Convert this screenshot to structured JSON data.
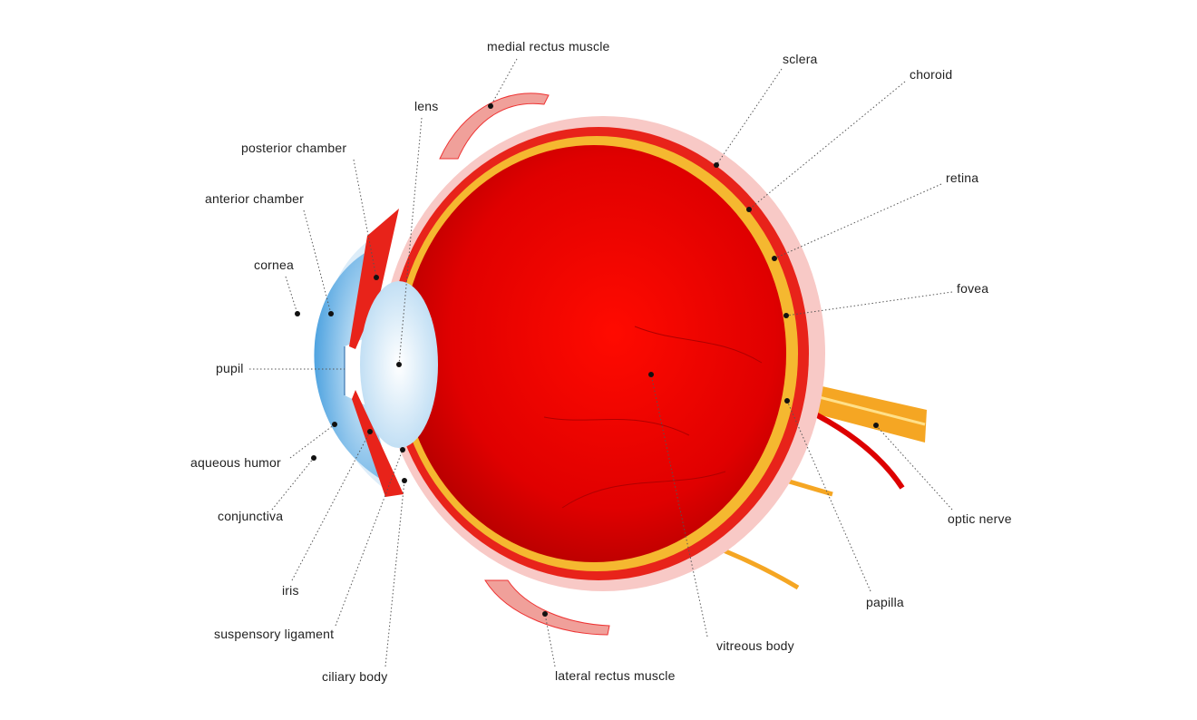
{
  "labels": {
    "medial_rectus_muscle": "medial rectus muscle",
    "lens": "lens",
    "posterior_chamber": "posterior chamber",
    "anterior_chamber": "anterior chamber",
    "cornea": "cornea",
    "pupil": "pupil",
    "aqueous_humor": "aqueous humor",
    "conjunctiva": "conjunctiva",
    "iris": "iris",
    "suspensory_ligament": "suspensory ligament",
    "ciliary_body": "ciliary body",
    "lateral_rectus_muscle": "lateral rectus muscle",
    "vitreous_body": "vitreous body",
    "papilla": "papilla",
    "optic_nerve": "optic nerve",
    "fovea": "fovea",
    "retina": "retina",
    "choroid": "choroid",
    "sclera": "sclera"
  },
  "colors": {
    "sclera": "#f8c9c6",
    "choroid": "#e8231a",
    "retina": "#f5b830",
    "vitreous": "#e60000",
    "cornea": "#8fc6ee",
    "lens": "#e6f2fb"
  }
}
